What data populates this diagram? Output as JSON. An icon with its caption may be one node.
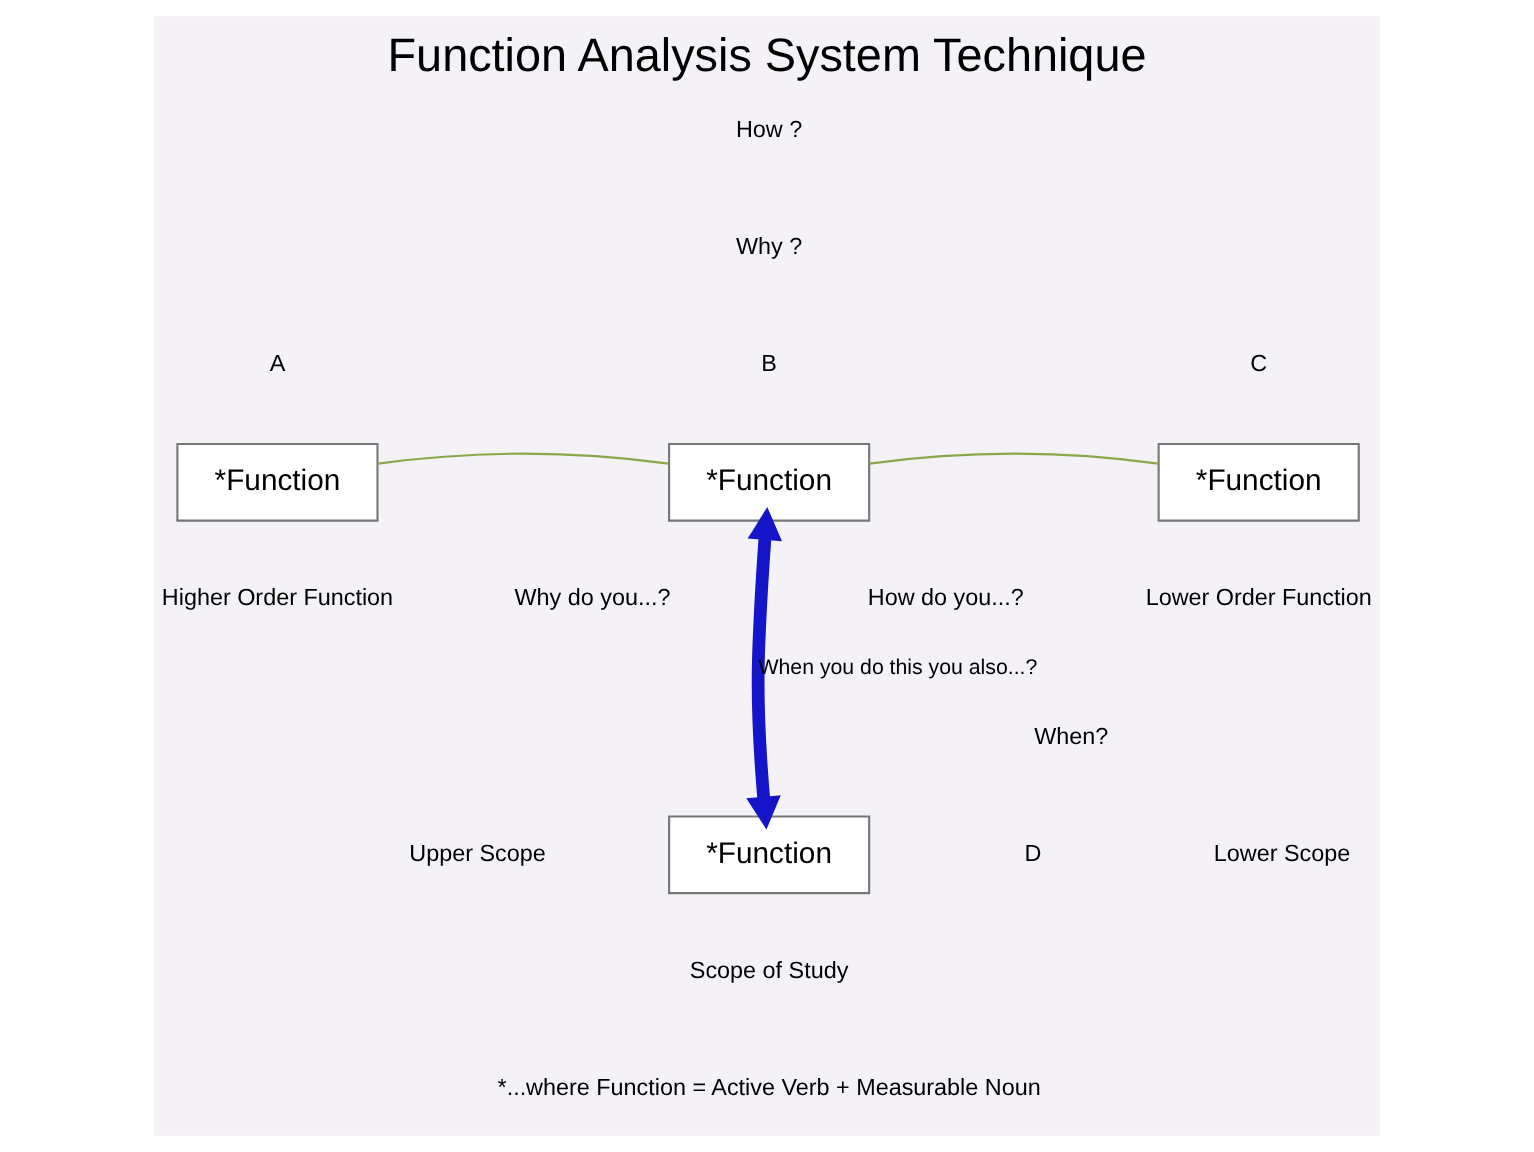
{
  "diagram": {
    "title": "Function Analysis System Technique",
    "nodes": [
      {
        "text": [
          "*Function"
        ],
        "beside": [
          "Higher Order Function"
        ]
      },
      {
        "text": [
          "*Function"
        ]
      },
      {
        "text": [
          "*Function"
        ],
        "beside": [
          "Lower Order Function"
        ]
      },
      {
        "text": [
          "*Function"
        ]
      }
    ],
    "edges": [
      {
        "from": 0,
        "to": 1,
        "arrow": "none",
        "color": "#8aa84a"
      },
      {
        "from": 1,
        "to": 2,
        "arrow": "none",
        "color": "#8aa84a"
      },
      {
        "from": 1,
        "to": 3,
        "arrow": "both",
        "style": "thick",
        "color": "#1414c8",
        "label": "When you do this you also...?"
      }
    ],
    "labels": [
      "How ?",
      "Why ?",
      "A",
      "B",
      "C",
      "Why do you...?",
      "How do you...?",
      "When?",
      "Upper Scope",
      "D",
      "Lower Scope",
      "Scope of Study",
      "*...where Function = Active Verb + Measurable Noun"
    ]
  }
}
